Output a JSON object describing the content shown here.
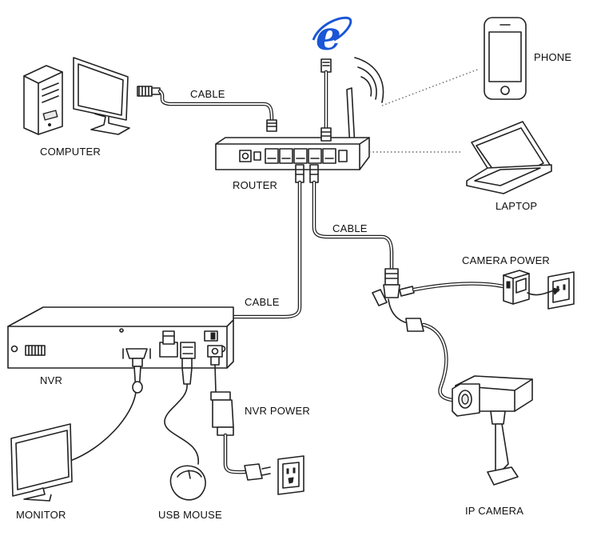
{
  "labels": {
    "computer": "COMPUTER",
    "cable_top": "CABLE",
    "router": "ROUTER",
    "phone": "PHONE",
    "laptop": "LAPTOP",
    "cable_right": "CABLE",
    "camera_power": "CAMERA POWER",
    "cable_middle": "CABLE",
    "nvr": "NVR",
    "nvr_power": "NVR POWER",
    "monitor": "MONITOR",
    "usb_mouse": "USB MOUSE",
    "ip_camera": "IP CAMERA"
  },
  "icons": {
    "browser": "internet-explorer-icon",
    "wifi": "wifi-signal-icon"
  },
  "colors": {
    "browser_blue": "#1a56d6",
    "line": "#222222"
  }
}
